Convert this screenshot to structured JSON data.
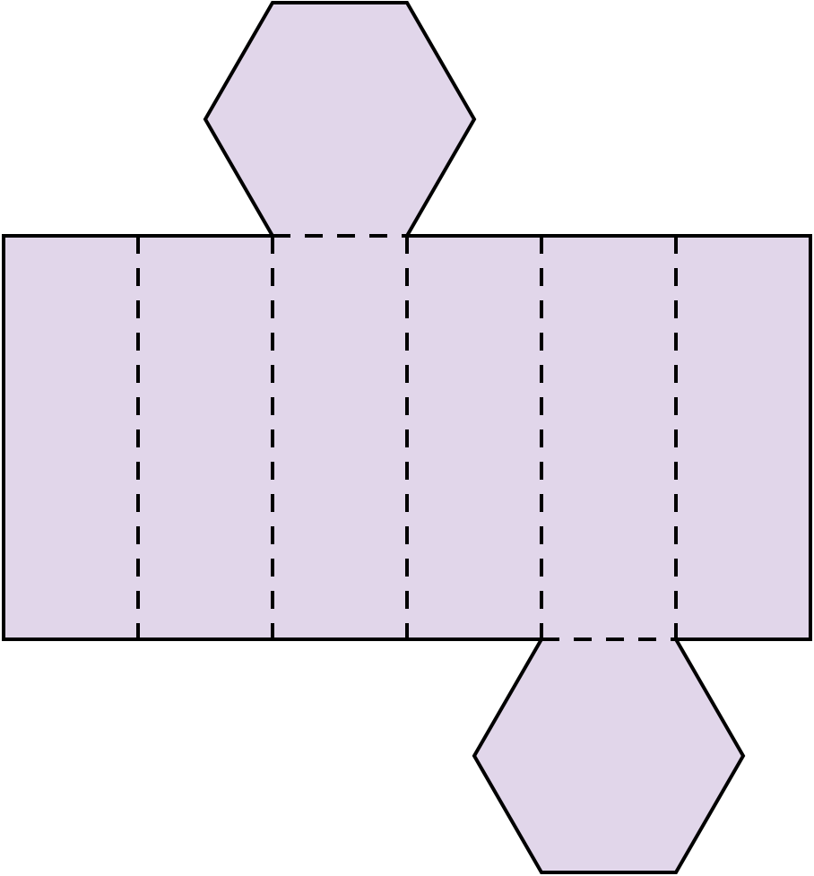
{
  "diagram": {
    "type": "net",
    "shape": "hexagonal prism",
    "colors": {
      "fill": "#e1d6ea",
      "stroke": "#000000",
      "background": "#ffffff"
    },
    "lateral_faces": 6,
    "bases": 2,
    "fold_lines": 7,
    "labels": []
  }
}
